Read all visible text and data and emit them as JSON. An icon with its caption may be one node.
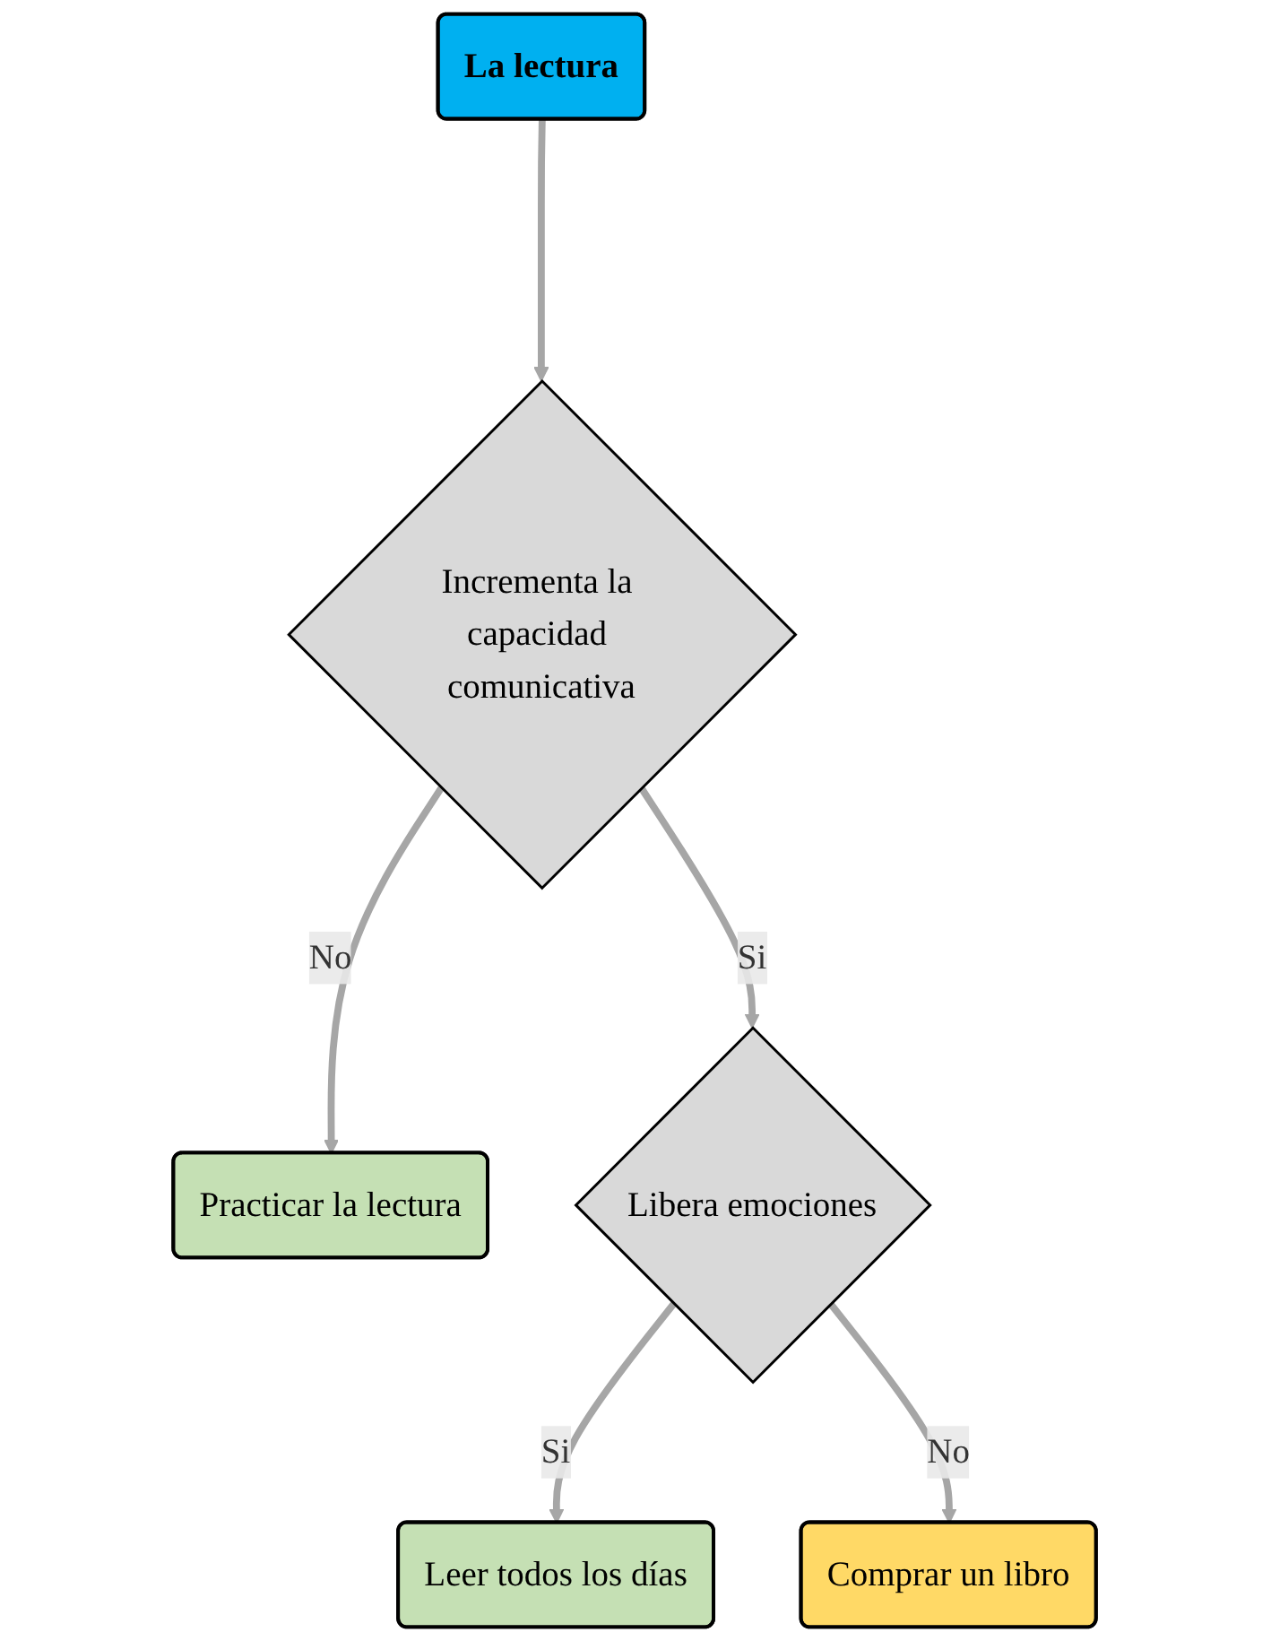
{
  "diagram": {
    "nodes": [
      {
        "text": [
          "La lectura"
        ]
      },
      {
        "text": [
          "Incrementa la capacidad comunicativa"
        ]
      },
      {
        "text": [
          "Practicar la lectura"
        ]
      },
      {
        "text": [
          "Libera emociones"
        ]
      },
      {
        "text": [
          "Leer todos los días"
        ]
      },
      {
        "text": [
          "Comprar un libro"
        ]
      }
    ],
    "edges": [
      {
        "from": 0,
        "to": 1,
        "arrow": "to"
      },
      {
        "from": 1,
        "to": 2,
        "arrow": "to",
        "label": "No"
      },
      {
        "from": 1,
        "to": 3,
        "arrow": "to",
        "label": "Si"
      },
      {
        "from": 3,
        "to": 4,
        "arrow": "to",
        "label": "Si"
      },
      {
        "from": 3,
        "to": 5,
        "arrow": "to",
        "label": "No"
      }
    ]
  }
}
